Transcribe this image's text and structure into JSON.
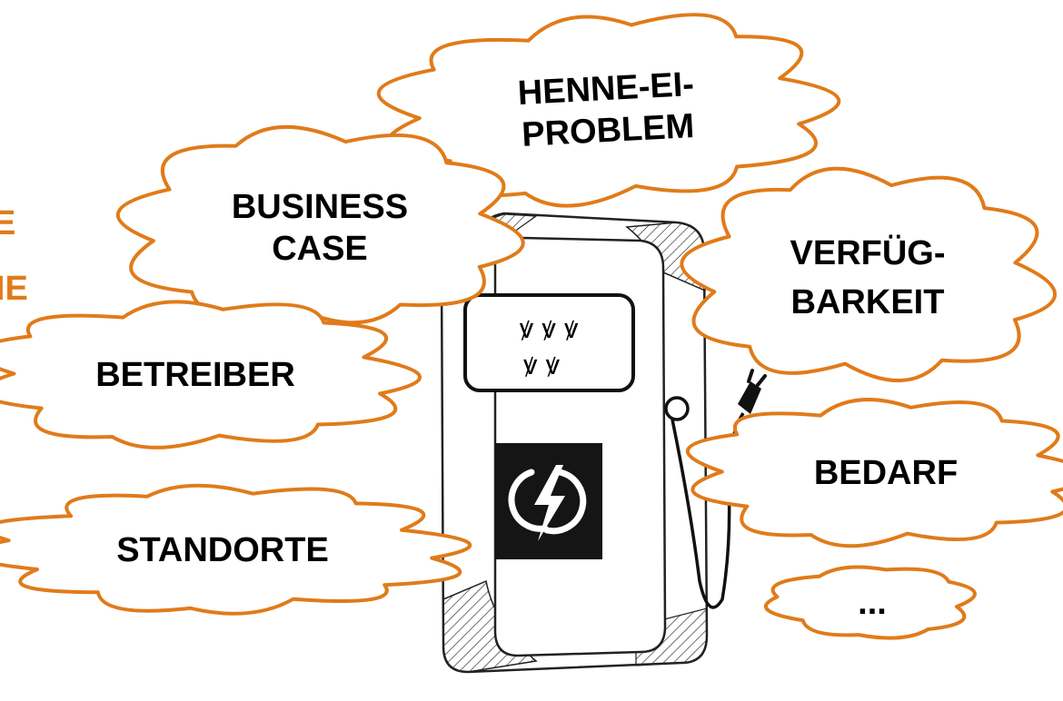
{
  "accent_color": "#e07b1a",
  "edge_text": [
    "E",
    "HE"
  ],
  "clouds": [
    {
      "id": "henne",
      "lines": [
        "HENNE-EI-",
        "PROBLEM"
      ]
    },
    {
      "id": "business",
      "lines": [
        "BUSINESS",
        "CASE"
      ]
    },
    {
      "id": "verfueg",
      "lines": [
        "VERFÜG-",
        "BARKEIT"
      ]
    },
    {
      "id": "betreiber",
      "lines": [
        "BETREIBER"
      ]
    },
    {
      "id": "bedarf",
      "lines": [
        "BEDARF"
      ]
    },
    {
      "id": "standorte",
      "lines": [
        "STANDORTE"
      ]
    },
    {
      "id": "more",
      "lines": [
        "..."
      ]
    }
  ],
  "display_glyphs": [
    "ꝟ ꝟ ꝟ",
    "ꝟ ꝟ"
  ],
  "icons": [
    "charging-station-icon",
    "lightning-bolt-icon",
    "plug-icon",
    "cloud-shape"
  ]
}
